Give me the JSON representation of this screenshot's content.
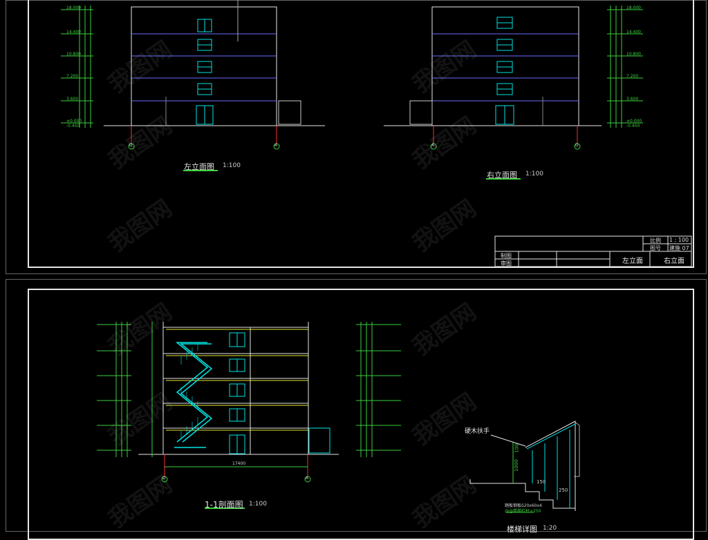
{
  "views": {
    "left_elevation": {
      "title": "左立面图",
      "scale": "1:100"
    },
    "right_elevation": {
      "title": "右立面图",
      "scale": "1:100"
    },
    "section": {
      "title": "1-1剖面图",
      "scale": "1:100",
      "total_width": "17400"
    },
    "stair_detail": {
      "title": "楼梯详图",
      "scale": "1:20",
      "handrail_note": "硬木扶手",
      "dim_100": "100",
      "dim_1000": "1000",
      "step_1": "150",
      "step_2": "250",
      "notes": [
        "踏板钢板δ20x60x4",
        "@@楼梯栏杆≥250"
      ]
    }
  },
  "axes": {
    "d": "D",
    "a": "A"
  },
  "elevations": [
    "18.000",
    "14.400",
    "10.800",
    "7.200",
    "3.600",
    "±0.000",
    "-0.450"
  ],
  "title_block": {
    "scale_label": "比例",
    "scale_value": "1 ; 100",
    "drawing_no_label": "图号",
    "drawing_no_value": "建施 07",
    "drawn_label": "制图",
    "checked_label": "审图",
    "sheet_name_1": "左立面",
    "sheet_name_2": "右立面"
  },
  "watermark": "我图网",
  "colors": {
    "line": "#e8e8e8",
    "cyan": "#00e5e5",
    "green": "#3cd03c",
    "red": "#ff3030",
    "yellow": "#e8e830"
  }
}
